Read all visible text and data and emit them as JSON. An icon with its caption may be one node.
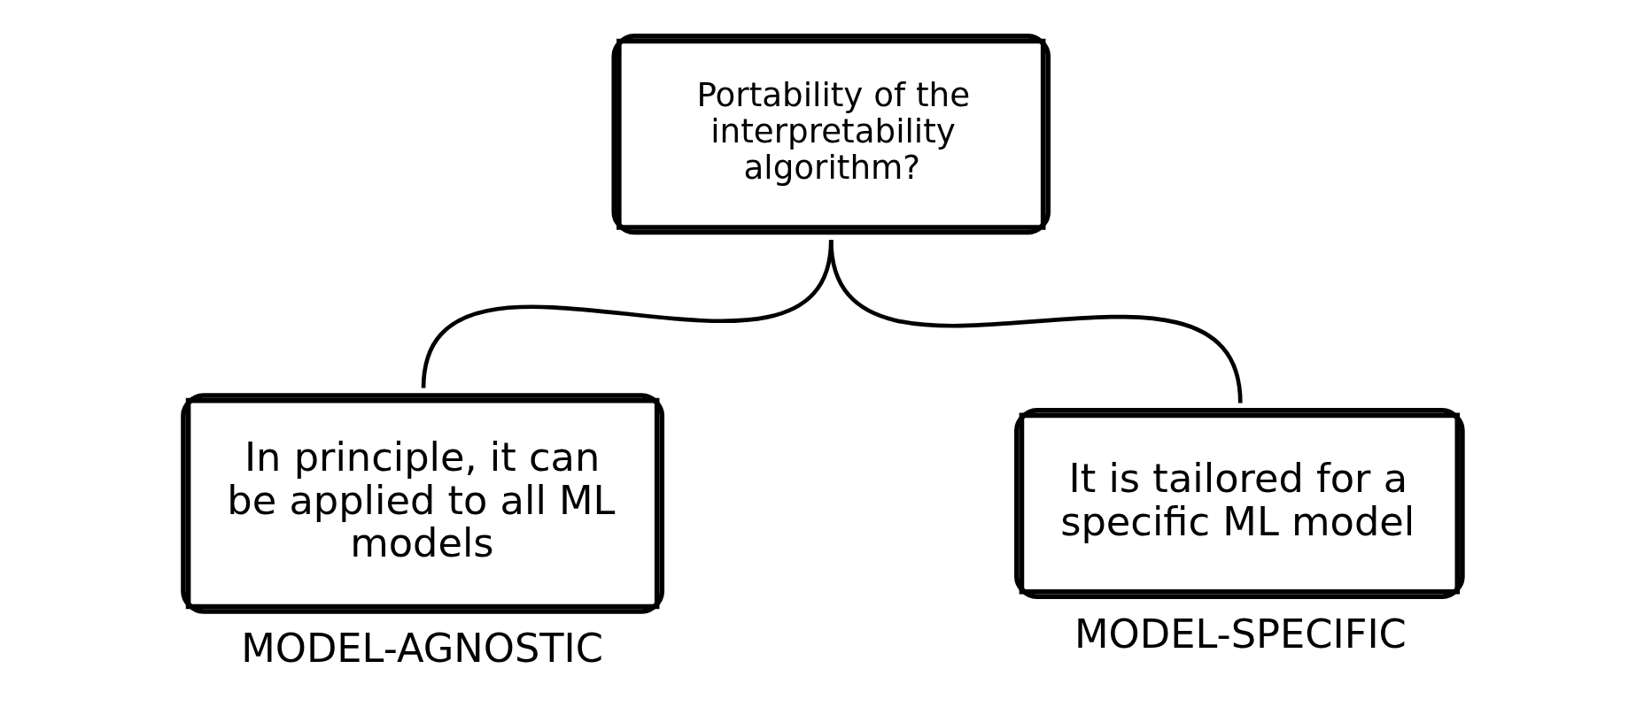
{
  "diagram": {
    "nodes": [
      {
        "text": [
          "Portability of the interpretability algorithm?"
        ]
      },
      {
        "text": [
          "In principle, it can be applied to all ML models"
        ],
        "beside": [
          "MODEL-AGNOSTIC"
        ]
      },
      {
        "text": [
          "It is tailored for a specific ML model"
        ],
        "beside": [
          "MODEL-SPECIFIC"
        ]
      }
    ],
    "edges": [
      {
        "from": 0,
        "to": 1,
        "arrow": "none"
      },
      {
        "from": 0,
        "to": 2,
        "arrow": "none"
      }
    ]
  }
}
